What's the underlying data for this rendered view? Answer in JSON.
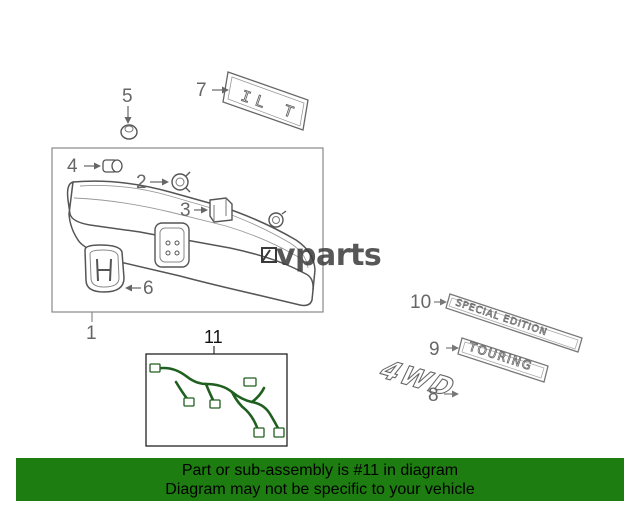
{
  "diagram": {
    "callouts": {
      "c1": "1",
      "c2": "2",
      "c3": "3",
      "c4": "4",
      "c5": "5",
      "c6": "6",
      "c7": "7",
      "c8": "8",
      "c9": "9",
      "c10": "10",
      "c11": "11"
    },
    "emblems": {
      "il_t": "IL T",
      "special_edition": "SPECIAL EDITION",
      "touring": "TOURING",
      "fourwd": "4WD"
    },
    "watermark": "vparts"
  },
  "banner": {
    "line1": "Part or sub-assembly is #11 in diagram",
    "line2": "Diagram may not be specific to your vehicle"
  },
  "colors": {
    "banner_bg": "#1d7d10",
    "harness": "#1f5f1f",
    "line_art": "#555555"
  }
}
